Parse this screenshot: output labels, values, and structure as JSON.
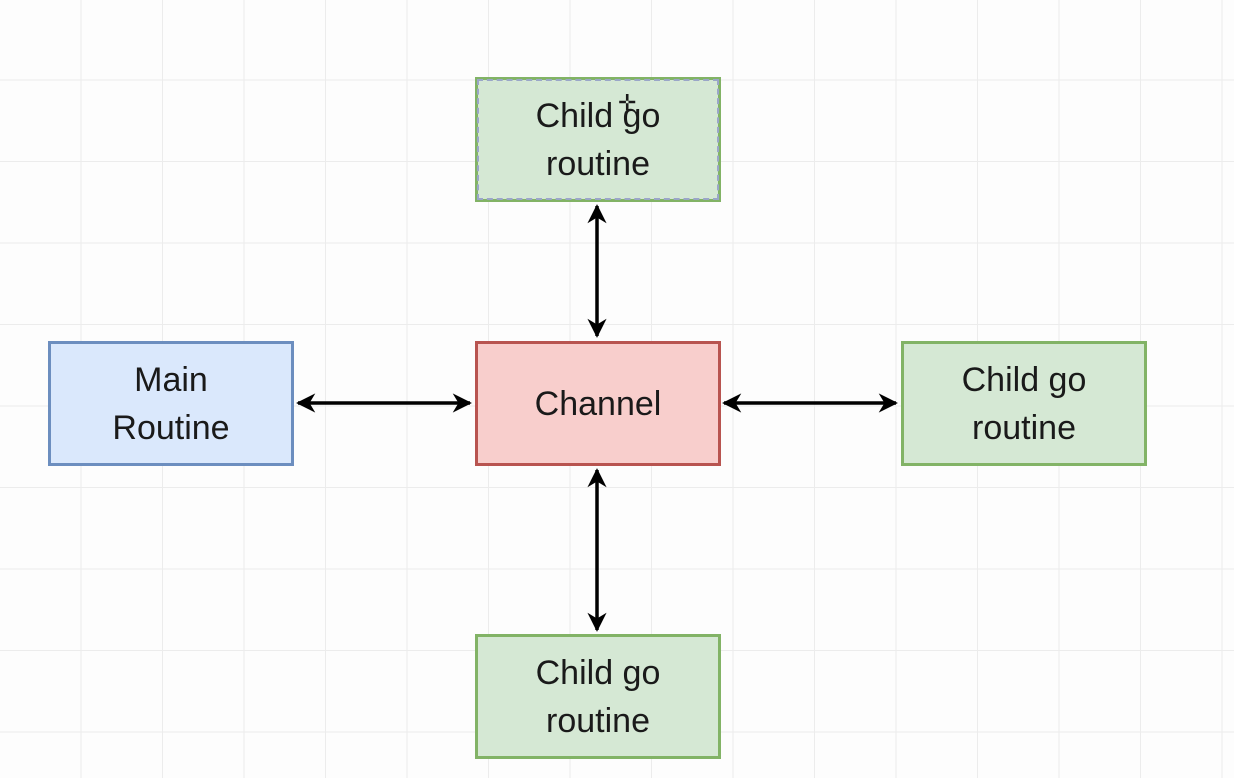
{
  "diagram": {
    "nodes": {
      "child_top": {
        "label": "Child go\nroutine",
        "fill": "#d5e8d4",
        "stroke": "#82b366"
      },
      "main": {
        "label": "Main\nRoutine",
        "fill": "#dae8fc",
        "stroke": "#6c8ebf"
      },
      "channel": {
        "label": "Channel",
        "fill": "#f8cecc",
        "stroke": "#b85450"
      },
      "child_right": {
        "label": "Child go\nroutine",
        "fill": "#d5e8d4",
        "stroke": "#82b366"
      },
      "child_bottom": {
        "label": "Child go\nroutine",
        "fill": "#d5e8d4",
        "stroke": "#82b366"
      }
    },
    "edges": [
      {
        "from": "channel",
        "to": "child_top",
        "direction": "both"
      },
      {
        "from": "main",
        "to": "channel",
        "direction": "both"
      },
      {
        "from": "channel",
        "to": "child_right",
        "direction": "both"
      },
      {
        "from": "channel",
        "to": "child_bottom",
        "direction": "both"
      }
    ],
    "grid": true
  }
}
